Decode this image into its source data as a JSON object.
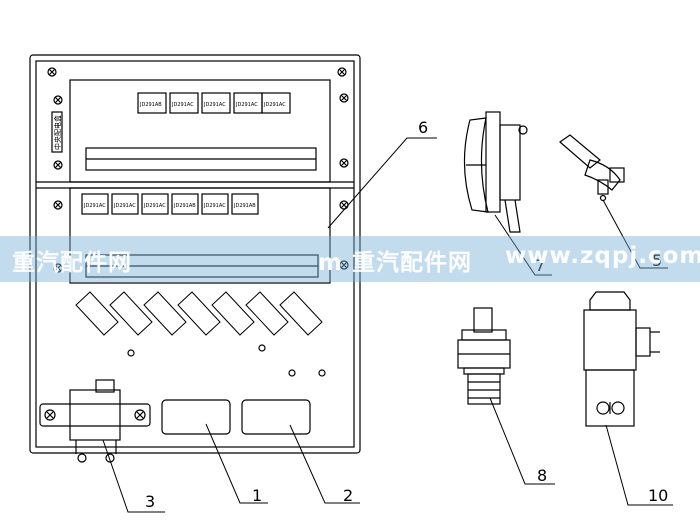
{
  "callouts": [
    {
      "id": "1",
      "label": "1"
    },
    {
      "id": "2",
      "label": "2"
    },
    {
      "id": "3",
      "label": "3"
    },
    {
      "id": "5",
      "label": "5"
    },
    {
      "id": "6",
      "label": "6"
    },
    {
      "id": "7",
      "label": "7"
    },
    {
      "id": "8",
      "label": "8"
    },
    {
      "id": "10",
      "label": "10"
    }
  ],
  "relay_labels_top": [
    "JD291AB",
    "JD291AC",
    "JD291AC",
    "JD291AC",
    "JD291AC"
  ],
  "relay_labels_mid": [
    "JD291AC",
    "JD291AC",
    "JD291AC",
    "JD291AB",
    "JD291AC",
    "JD291AB"
  ],
  "watermark": {
    "left": "重汽配件网",
    "middle": "m  重汽配件网",
    "right": "www.zqpj.com"
  },
  "side_label": "中央配电盒"
}
